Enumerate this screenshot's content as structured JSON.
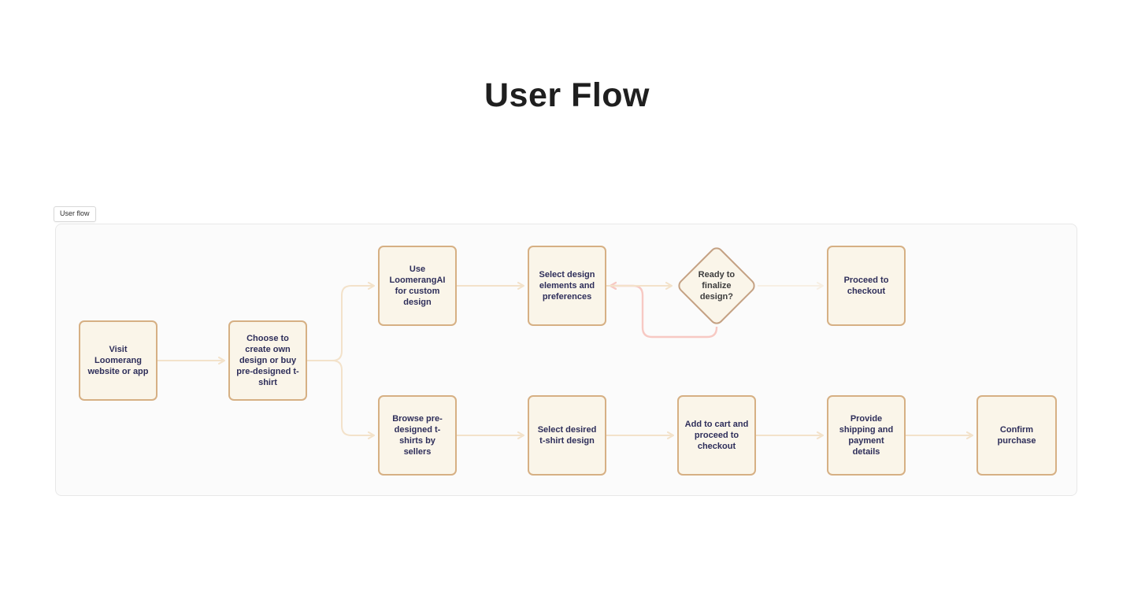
{
  "title": "User Flow",
  "frame_label": "User flow",
  "colors": {
    "page_bg": "#ffffff",
    "title_color": "#1f1f1f",
    "frame_bg": "#fbfbfb",
    "frame_border": "#e8e8e8",
    "node_fill": "#faf5e9",
    "node_border": "#d6b084",
    "decision_border": "#c4a183",
    "node_text": "#2e2e5a",
    "decision_text": "#3d3d3d",
    "arrow": "#f3e2ca",
    "arrow_loop": "#f7c9c3"
  },
  "flow": {
    "nodes": [
      {
        "id": "visit",
        "type": "process",
        "label": "Visit Loomerang website or app"
      },
      {
        "id": "choose",
        "type": "process",
        "label": "Choose to create own design or buy pre-designed t-shirt"
      },
      {
        "id": "use-ai",
        "type": "process",
        "label": "Use LoomerangAI for custom design"
      },
      {
        "id": "select-design",
        "type": "process",
        "label": "Select design elements and preferences"
      },
      {
        "id": "decision",
        "type": "decision",
        "label": "Ready to finalize design?"
      },
      {
        "id": "proceed",
        "type": "process",
        "label": "Proceed to checkout"
      },
      {
        "id": "browse",
        "type": "process",
        "label": "Browse pre-designed t-shirts by sellers"
      },
      {
        "id": "select-tshirt",
        "type": "process",
        "label": "Select desired t-shirt design"
      },
      {
        "id": "add-cart",
        "type": "process",
        "label": "Add to cart and proceed to checkout"
      },
      {
        "id": "shipping",
        "type": "process",
        "label": "Provide shipping and payment details"
      },
      {
        "id": "confirm",
        "type": "process",
        "label": "Confirm purchase"
      }
    ],
    "edges": [
      {
        "from": "visit",
        "to": "choose"
      },
      {
        "from": "choose",
        "to": "use-ai"
      },
      {
        "from": "choose",
        "to": "browse"
      },
      {
        "from": "use-ai",
        "to": "select-design"
      },
      {
        "from": "select-design",
        "to": "decision"
      },
      {
        "from": "decision",
        "to": "proceed"
      },
      {
        "from": "decision",
        "to": "select-design",
        "style": "loop"
      },
      {
        "from": "browse",
        "to": "select-tshirt"
      },
      {
        "from": "select-tshirt",
        "to": "add-cart"
      },
      {
        "from": "add-cart",
        "to": "shipping"
      },
      {
        "from": "shipping",
        "to": "confirm"
      }
    ]
  }
}
